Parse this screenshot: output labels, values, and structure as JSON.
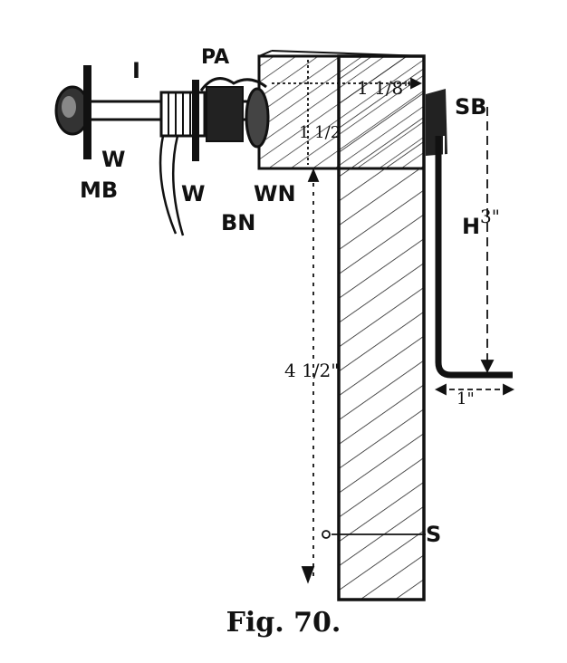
{
  "labels": {
    "pa": "PA",
    "i": "I",
    "sb": "SB",
    "w_top": "W",
    "mb": "MB",
    "w_bottom": "W",
    "bn": "BN",
    "wn": "WN",
    "h": "H",
    "s": "S"
  },
  "dimensions": {
    "block_width": "1 1/8\"",
    "block_height": "1 1/2",
    "length": "4 1/2\"",
    "hook_height": "3\"",
    "hook_foot": "1\""
  },
  "caption": "Fig. 70."
}
